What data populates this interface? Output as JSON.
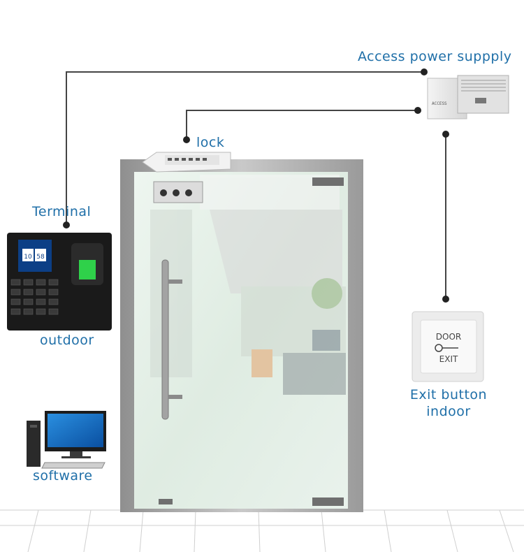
{
  "labels": {
    "access_power_supply": "Access power suppply",
    "lock": "lock",
    "terminal": "Terminal",
    "outdoor": "outdoor",
    "exit_button_line1": "Exit button",
    "exit_button_line2": "indoor",
    "software": "software"
  },
  "devices": {
    "terminal_time_hour": "10",
    "terminal_time_min": "58",
    "exit_plate_top": "DOOR",
    "exit_plate_bottom": "EXIT",
    "power_supply_face": "ACCESS"
  },
  "colors": {
    "label_text": "#1f6fa8",
    "wire": "#444444",
    "door_frame": "#a9a9a9",
    "glass": "#e6f1ea"
  }
}
